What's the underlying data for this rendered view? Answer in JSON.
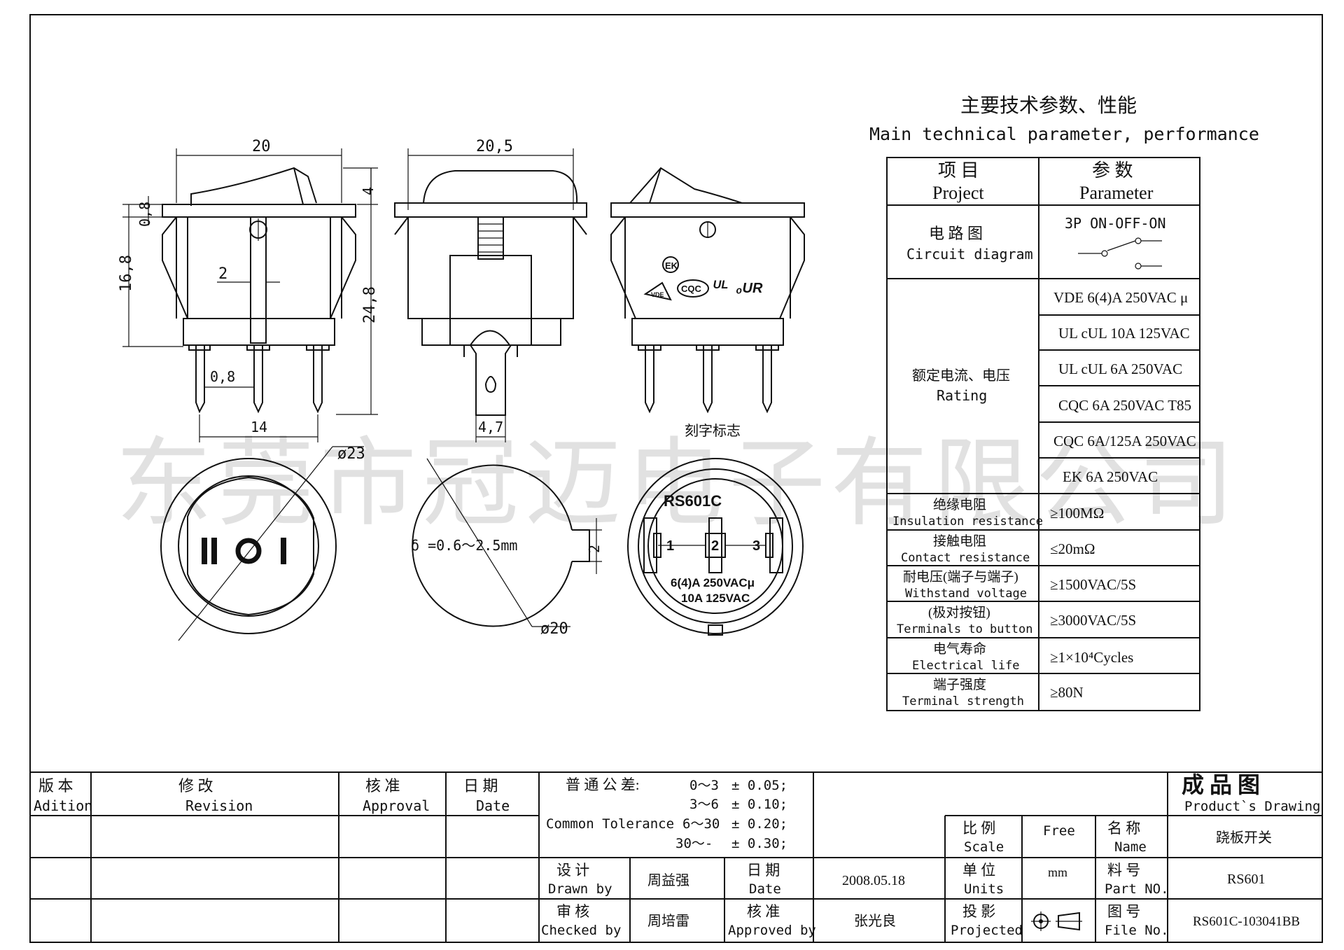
{
  "watermark": "东莞市冠迈电子有限公司",
  "spec_title_cn": "主要技术参数、性能",
  "spec_title_en": "Main technical parameter, performance",
  "spec_table": {
    "col1_header_cn": "项  目",
    "col1_header_en": "Project",
    "col2_header_cn": "参  数",
    "col2_header_en": "Parameter",
    "circuit_cn": "电 路 图",
    "circuit_en": "Circuit diagram",
    "circuit_value": "3P ON-OFF-ON",
    "rating_cn": "额定电流、电压",
    "rating_en": "Rating",
    "rating_values": [
      "VDE 6(4)A 250VAC μ",
      "UL cUL 10A 125VAC",
      "UL cUL  6A 250VAC",
      "CQC 6A 250VAC T85",
      "CQC 6A/125A 250VAC",
      "EK 6A 250VAC"
    ],
    "rows": [
      {
        "cn": "绝缘电阻",
        "en": "Insulation resistance",
        "value": "≥100MΩ"
      },
      {
        "cn": "接触电阻",
        "en": "Contact resistance",
        "value": "≤20mΩ"
      },
      {
        "cn": "耐电压(端子与端子)",
        "en": "Withstand voltage",
        "value": "≥1500VAC/5S"
      },
      {
        "cn": "(极对按钮)",
        "en": "Terminals to button",
        "value": "≥3000VAC/5S"
      },
      {
        "cn": "电气寿命",
        "en": "Electrical life",
        "value": "≥1×10⁴Cycles"
      },
      {
        "cn": "端子强度",
        "en": "Terminal strength",
        "value": "≥80N"
      }
    ]
  },
  "dims": {
    "front_width": "20",
    "front_top": "4",
    "front_flange": "0,8",
    "front_height": "16,8",
    "front_total": "24,8",
    "front_pin_width": "2",
    "front_pin_thk": "0,8",
    "front_pin_pitch": "14",
    "side_width": "20,5",
    "side_tab": "4,7",
    "marking_label": "刻字标志",
    "round_dia": "ø23",
    "cutout_dia": "ø20",
    "cutout_thk": "δ =0.6～2.5mm",
    "cutout_key": "2"
  },
  "face": {
    "symbols": "II O I"
  },
  "marking": {
    "model": "RS601C",
    "pin1": "1",
    "pin2": "2",
    "pin3": "3",
    "rating1": "6(4)A 250VACμ",
    "rating2": "10A 125VAC"
  },
  "title_block": {
    "version_cn": "版 本",
    "version_en": "Adition",
    "revision_cn": "修     改",
    "revision_en": "Revision",
    "approval_cn": "核   准",
    "approval_en": "Approval",
    "date_cn": "日   期",
    "date_en": "Date",
    "tol_cn": "普 通 公 差:",
    "tol_en": "Common Tolerance",
    "tol_ranges": [
      "0～3",
      "3～6",
      "6～30",
      "30～-"
    ],
    "tol_values": [
      "± 0.05;",
      "± 0.10;",
      "± 0.20;",
      "± 0.30;"
    ],
    "drawing_title_cn": "成 品 图",
    "drawing_title_en": "Product`s Drawing",
    "scale_cn": "比 例",
    "scale_en": "Scale",
    "scale_value": "Free",
    "name_cn": "名  称",
    "name_en": "Name",
    "name_value": "跷板开关",
    "drawn_cn": "设  计",
    "drawn_en": "Drawn by",
    "drawn_value": "周益强",
    "date2_cn": "日  期",
    "date2_en": "Date",
    "date2_value": "2008.05.18",
    "units_cn": "单  位",
    "units_en": "Units",
    "units_value": "mm",
    "part_cn": "料  号",
    "part_en": "Part NO.",
    "part_value": "RS601",
    "checked_cn": "审  核",
    "checked_en": "Checked by",
    "checked_value": "周培雷",
    "approved_cn": "核  准",
    "approved_en": "Approved by",
    "approved_value": "张光良",
    "projected_cn": "投  影",
    "projected_en": "Projected",
    "file_cn": "图  号",
    "file_en": "File No.",
    "file_value": "RS601C-103041BB"
  }
}
